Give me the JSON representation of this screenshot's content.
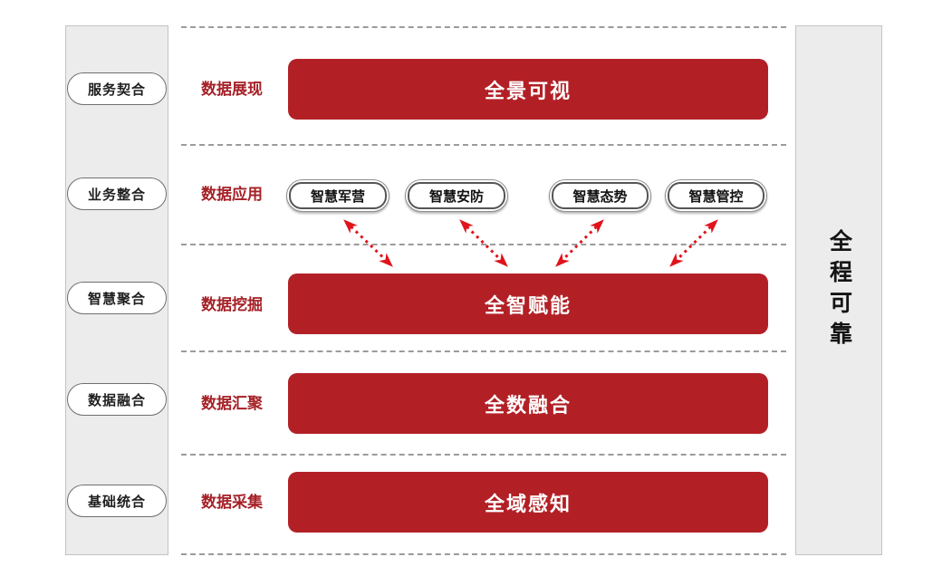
{
  "colors": {
    "bar_red": "#b22026",
    "row_label_red": "#a52127",
    "arrow_red": "#e1131a",
    "rail_bg": "#ececec",
    "rail_border": "#c3c3c3",
    "separator_gray": "#9b9b9b"
  },
  "icons": {
    "connector": "double-headed-dashed-arrow"
  },
  "left_rail": {
    "items": [
      {
        "label": "服务契合"
      },
      {
        "label": "业务整合"
      },
      {
        "label": "智慧聚合"
      },
      {
        "label": "数据融合"
      },
      {
        "label": "基础统合"
      }
    ]
  },
  "right_rail": {
    "label": "全程可靠"
  },
  "rows": [
    {
      "label": "数据展现",
      "bar": "全景可视"
    },
    {
      "label": "数据应用",
      "pills": [
        {
          "label": "智慧军营"
        },
        {
          "label": "智慧安防"
        },
        {
          "label": "智慧态势"
        },
        {
          "label": "智慧管控"
        }
      ]
    },
    {
      "label": "数据挖掘",
      "bar": "全智赋能"
    },
    {
      "label": "数据汇聚",
      "bar": "全数融合"
    },
    {
      "label": "数据采集",
      "bar": "全域感知"
    }
  ]
}
